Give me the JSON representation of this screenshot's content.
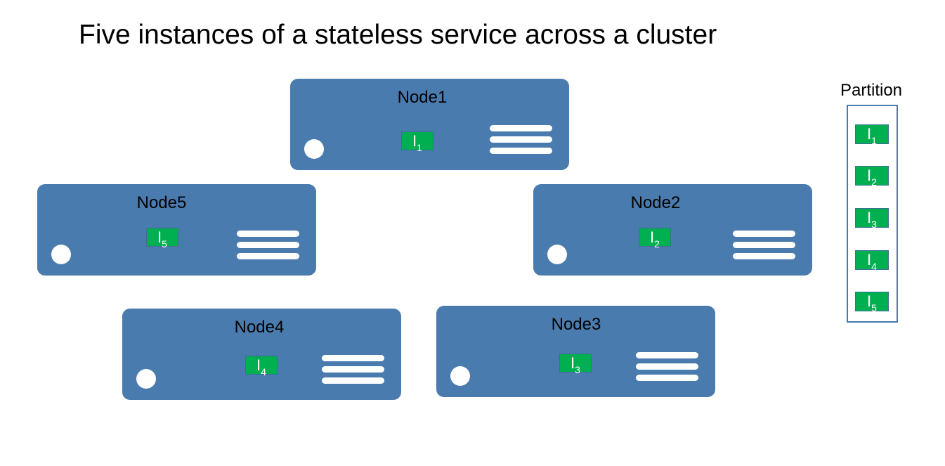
{
  "title": "Five instances of a stateless service across a cluster",
  "nodes": [
    {
      "label": "Node1",
      "instance": {
        "letter": "I",
        "index": "1"
      }
    },
    {
      "label": "Node2",
      "instance": {
        "letter": "I",
        "index": "2"
      }
    },
    {
      "label": "Node3",
      "instance": {
        "letter": "I",
        "index": "3"
      }
    },
    {
      "label": "Node4",
      "instance": {
        "letter": "I",
        "index": "4"
      }
    },
    {
      "label": "Node5",
      "instance": {
        "letter": "I",
        "index": "5"
      }
    }
  ],
  "partition": {
    "label": "Partition",
    "instances": [
      {
        "letter": "I",
        "index": "1"
      },
      {
        "letter": "I",
        "index": "2"
      },
      {
        "letter": "I",
        "index": "3"
      },
      {
        "letter": "I",
        "index": "4"
      },
      {
        "letter": "I",
        "index": "5"
      }
    ]
  },
  "colors": {
    "node": "#4a7bae",
    "instance": "#00b050",
    "partition_border": "#4a7bae"
  }
}
